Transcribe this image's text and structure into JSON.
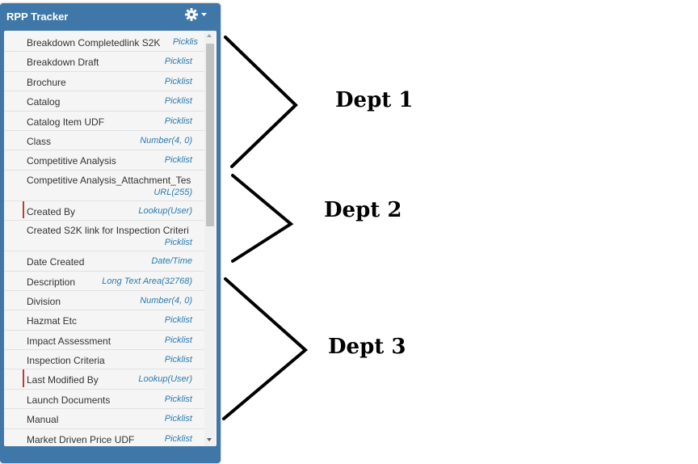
{
  "panel": {
    "title": "RPP Tracker",
    "settings_icon": "gear-icon"
  },
  "fields": [
    {
      "name": "Breakdown Completedlink S2K",
      "type": "Picklis",
      "required": false
    },
    {
      "name": "Breakdown Draft",
      "type": "Picklist",
      "required": false
    },
    {
      "name": "Brochure",
      "type": "Picklist",
      "required": false
    },
    {
      "name": "Catalog",
      "type": "Picklist",
      "required": false
    },
    {
      "name": "Catalog Item UDF",
      "type": "Picklist",
      "required": false
    },
    {
      "name": "Class",
      "type": "Number(4, 0)",
      "required": false
    },
    {
      "name": "Competitive Analysis",
      "type": "Picklist",
      "required": false
    },
    {
      "name": "Competitive Analysis_Attachment_Tes",
      "type": "URL(255)",
      "required": false,
      "wrap": true
    },
    {
      "name": "Created By",
      "type": "Lookup(User)",
      "required": true
    },
    {
      "name": "Created S2K link for Inspection Criteri",
      "type": "Picklist",
      "required": false,
      "wrap": true
    },
    {
      "name": "Date Created",
      "type": "Date/Time",
      "required": false
    },
    {
      "name": "Description",
      "type": "Long Text Area(32768)",
      "required": false
    },
    {
      "name": "Division",
      "type": "Number(4, 0)",
      "required": false
    },
    {
      "name": "Hazmat Etc",
      "type": "Picklist",
      "required": false
    },
    {
      "name": "Impact Assessment",
      "type": "Picklist",
      "required": false
    },
    {
      "name": "Inspection Criteria",
      "type": "Picklist",
      "required": false
    },
    {
      "name": "Last Modified By",
      "type": "Lookup(User)",
      "required": true
    },
    {
      "name": "Launch Documents",
      "type": "Picklist",
      "required": false
    },
    {
      "name": "Manual",
      "type": "Picklist",
      "required": false
    },
    {
      "name": "Market Driven Price UDF",
      "type": "Picklist",
      "required": false
    }
  ],
  "annotations": {
    "dept1": "Dept 1",
    "dept2": "Dept 2",
    "dept3": "Dept 3"
  }
}
